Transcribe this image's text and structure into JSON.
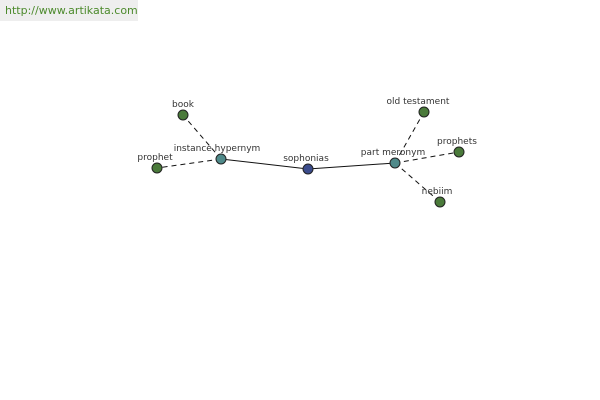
{
  "header": {
    "site_url": "http://www.artikata.com"
  },
  "graph": {
    "colors": {
      "center_node": "#3b4c8c",
      "relation_node": "#4f8a8a",
      "term_node": "#4a7a3a",
      "edge": "#111111"
    },
    "nodes": [
      {
        "id": "sophonias",
        "label": "sophonias",
        "kind": "center"
      },
      {
        "id": "instance-hypernym",
        "label": "instance hypernym",
        "kind": "relation"
      },
      {
        "id": "part-meronym",
        "label": "part meronym",
        "kind": "relation"
      },
      {
        "id": "book",
        "label": "book",
        "kind": "term"
      },
      {
        "id": "prophet",
        "label": "prophet",
        "kind": "term"
      },
      {
        "id": "old-testament",
        "label": "old testament",
        "kind": "term"
      },
      {
        "id": "prophets",
        "label": "prophets",
        "kind": "term"
      },
      {
        "id": "nebiim",
        "label": "nebiim",
        "kind": "term"
      }
    ],
    "edges": [
      {
        "from": "sophonias",
        "to": "instance-hypernym",
        "style": "solid"
      },
      {
        "from": "sophonias",
        "to": "part-meronym",
        "style": "solid"
      },
      {
        "from": "instance-hypernym",
        "to": "book",
        "style": "dashed"
      },
      {
        "from": "instance-hypernym",
        "to": "prophet",
        "style": "dashed"
      },
      {
        "from": "part-meronym",
        "to": "old-testament",
        "style": "dashed"
      },
      {
        "from": "part-meronym",
        "to": "prophets",
        "style": "dashed"
      },
      {
        "from": "part-meronym",
        "to": "nebiim",
        "style": "dashed"
      }
    ]
  }
}
